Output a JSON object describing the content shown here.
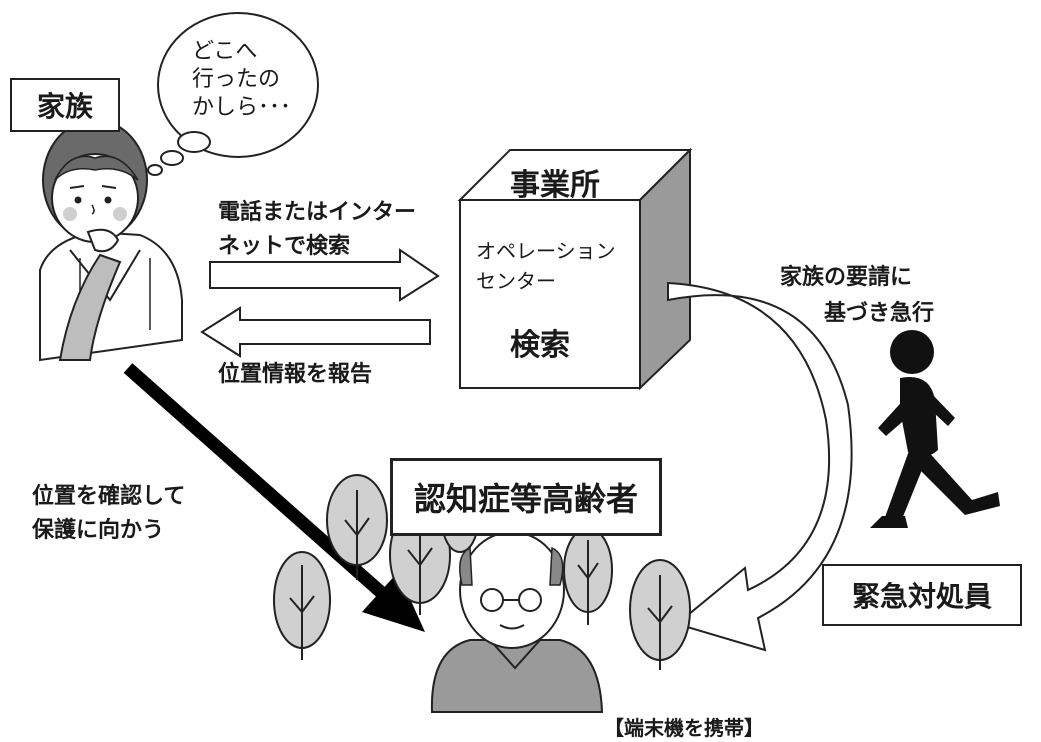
{
  "family": {
    "label": "家族"
  },
  "thought": {
    "line1": "どこへ",
    "line2": "行ったの",
    "line3": "かしら･･･"
  },
  "office": {
    "title": "事業所",
    "center_line1": "オペレーション",
    "center_line2": "センター",
    "search": "検索"
  },
  "arrows": {
    "request_line1": "電話またはインター",
    "request_line2": "ネットで検索",
    "report": "位置情報を報告",
    "protect_line1": "位置を確認して",
    "protect_line2": "保護に向かう",
    "rush_line1": "家族の要請に",
    "rush_line2": "基づき急行"
  },
  "elder": {
    "label": "認知症等高齢者",
    "device": "【端末機を携帯】"
  },
  "responder": {
    "label": "緊急対処員"
  }
}
